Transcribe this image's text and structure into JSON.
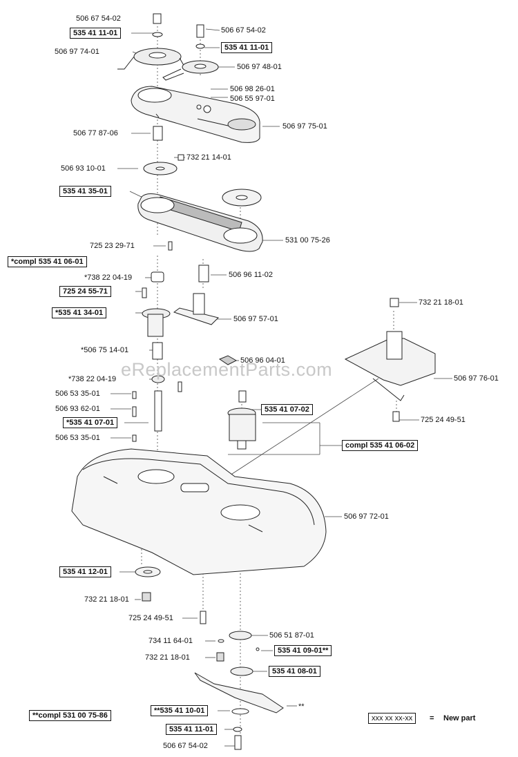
{
  "watermark": "eReplacementParts.com",
  "labels": {
    "l01": "506 67 54-02",
    "l02": "535 41 11-01",
    "l03": "506 97 74-01",
    "l04": "506 67 54-02",
    "l05": "535 41 11-01",
    "l06": "506 97 48-01",
    "l07": "506 98 26-01",
    "l08": "506 55 97-01",
    "l09": "506 97 75-01",
    "l10": "506 77 87-06",
    "l11": "732 21 14-01",
    "l12": "506 93 10-01",
    "l13": "535 41 35-01",
    "l14": "531 00 75-26",
    "l15": "725 23 29-71",
    "l16": "*compl 535 41 06-01",
    "l17": "*738 22 04-19",
    "l18": "506 96 11-02",
    "l19": "725 24 55-71",
    "l20": "732 21 18-01",
    "l21": "*535 41 34-01",
    "l22": "506 97 57-01",
    "l23": "*506 75 14-01",
    "l24": "506 96 04-01",
    "l25": "506 97 76-01",
    "l26": "*738 22 04-19",
    "l27": "506 53 35-01",
    "l28": "535 41 07-02",
    "l29": "506 93 62-01",
    "l30": "725 24 49-51",
    "l31": "*535 41 07-01",
    "l32": "506 53 35-01",
    "l33": "compl 535 41 06-02",
    "l34": "506 97 72-01",
    "l35": "535 41 12-01",
    "l36": "732 21 18-01",
    "l37": "725 24 49-51",
    "l38": "734 11 64-01",
    "l39": "506 51 87-01",
    "l40": "535 41 09-01**",
    "l41": "732 21 18-01",
    "l42": "535 41 08-01",
    "l43": "**",
    "l44": "**compl 531 00 75-86",
    "l45": "**535 41 10-01",
    "l46": "535 41 11-01",
    "l47": "506 67 54-02"
  },
  "legend": {
    "sample": "xxx xx xx-xx",
    "equals": "=",
    "text": "New part"
  }
}
